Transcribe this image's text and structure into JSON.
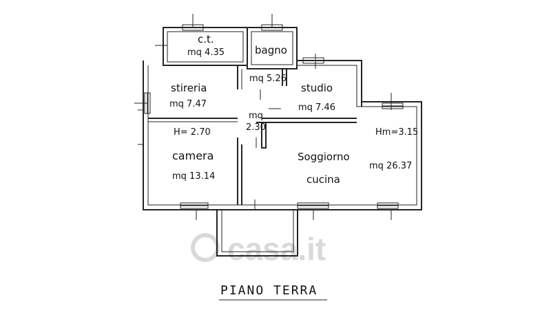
{
  "rooms": {
    "ct": {
      "name": "c.t.",
      "area": "mq  4.35"
    },
    "bagno": {
      "name": "bagno",
      "area": "mq 5.26"
    },
    "stireria": {
      "name": "stireria",
      "area": "mq 7.47"
    },
    "studio": {
      "name": "studio",
      "area": "mq 7.46"
    },
    "disimpegno": {
      "area_top": "mq",
      "area_bottom": "2.30"
    },
    "camera": {
      "name": "camera",
      "area": "mq  13.14",
      "height": "H= 2.70"
    },
    "soggiorno": {
      "name_line1": "Soggiorno",
      "name_line2": "cucina",
      "area": "mq  26.37",
      "height": "Hm=3.15"
    }
  },
  "floor_title": "PIANO  TERRA",
  "watermark": "casa.it"
}
